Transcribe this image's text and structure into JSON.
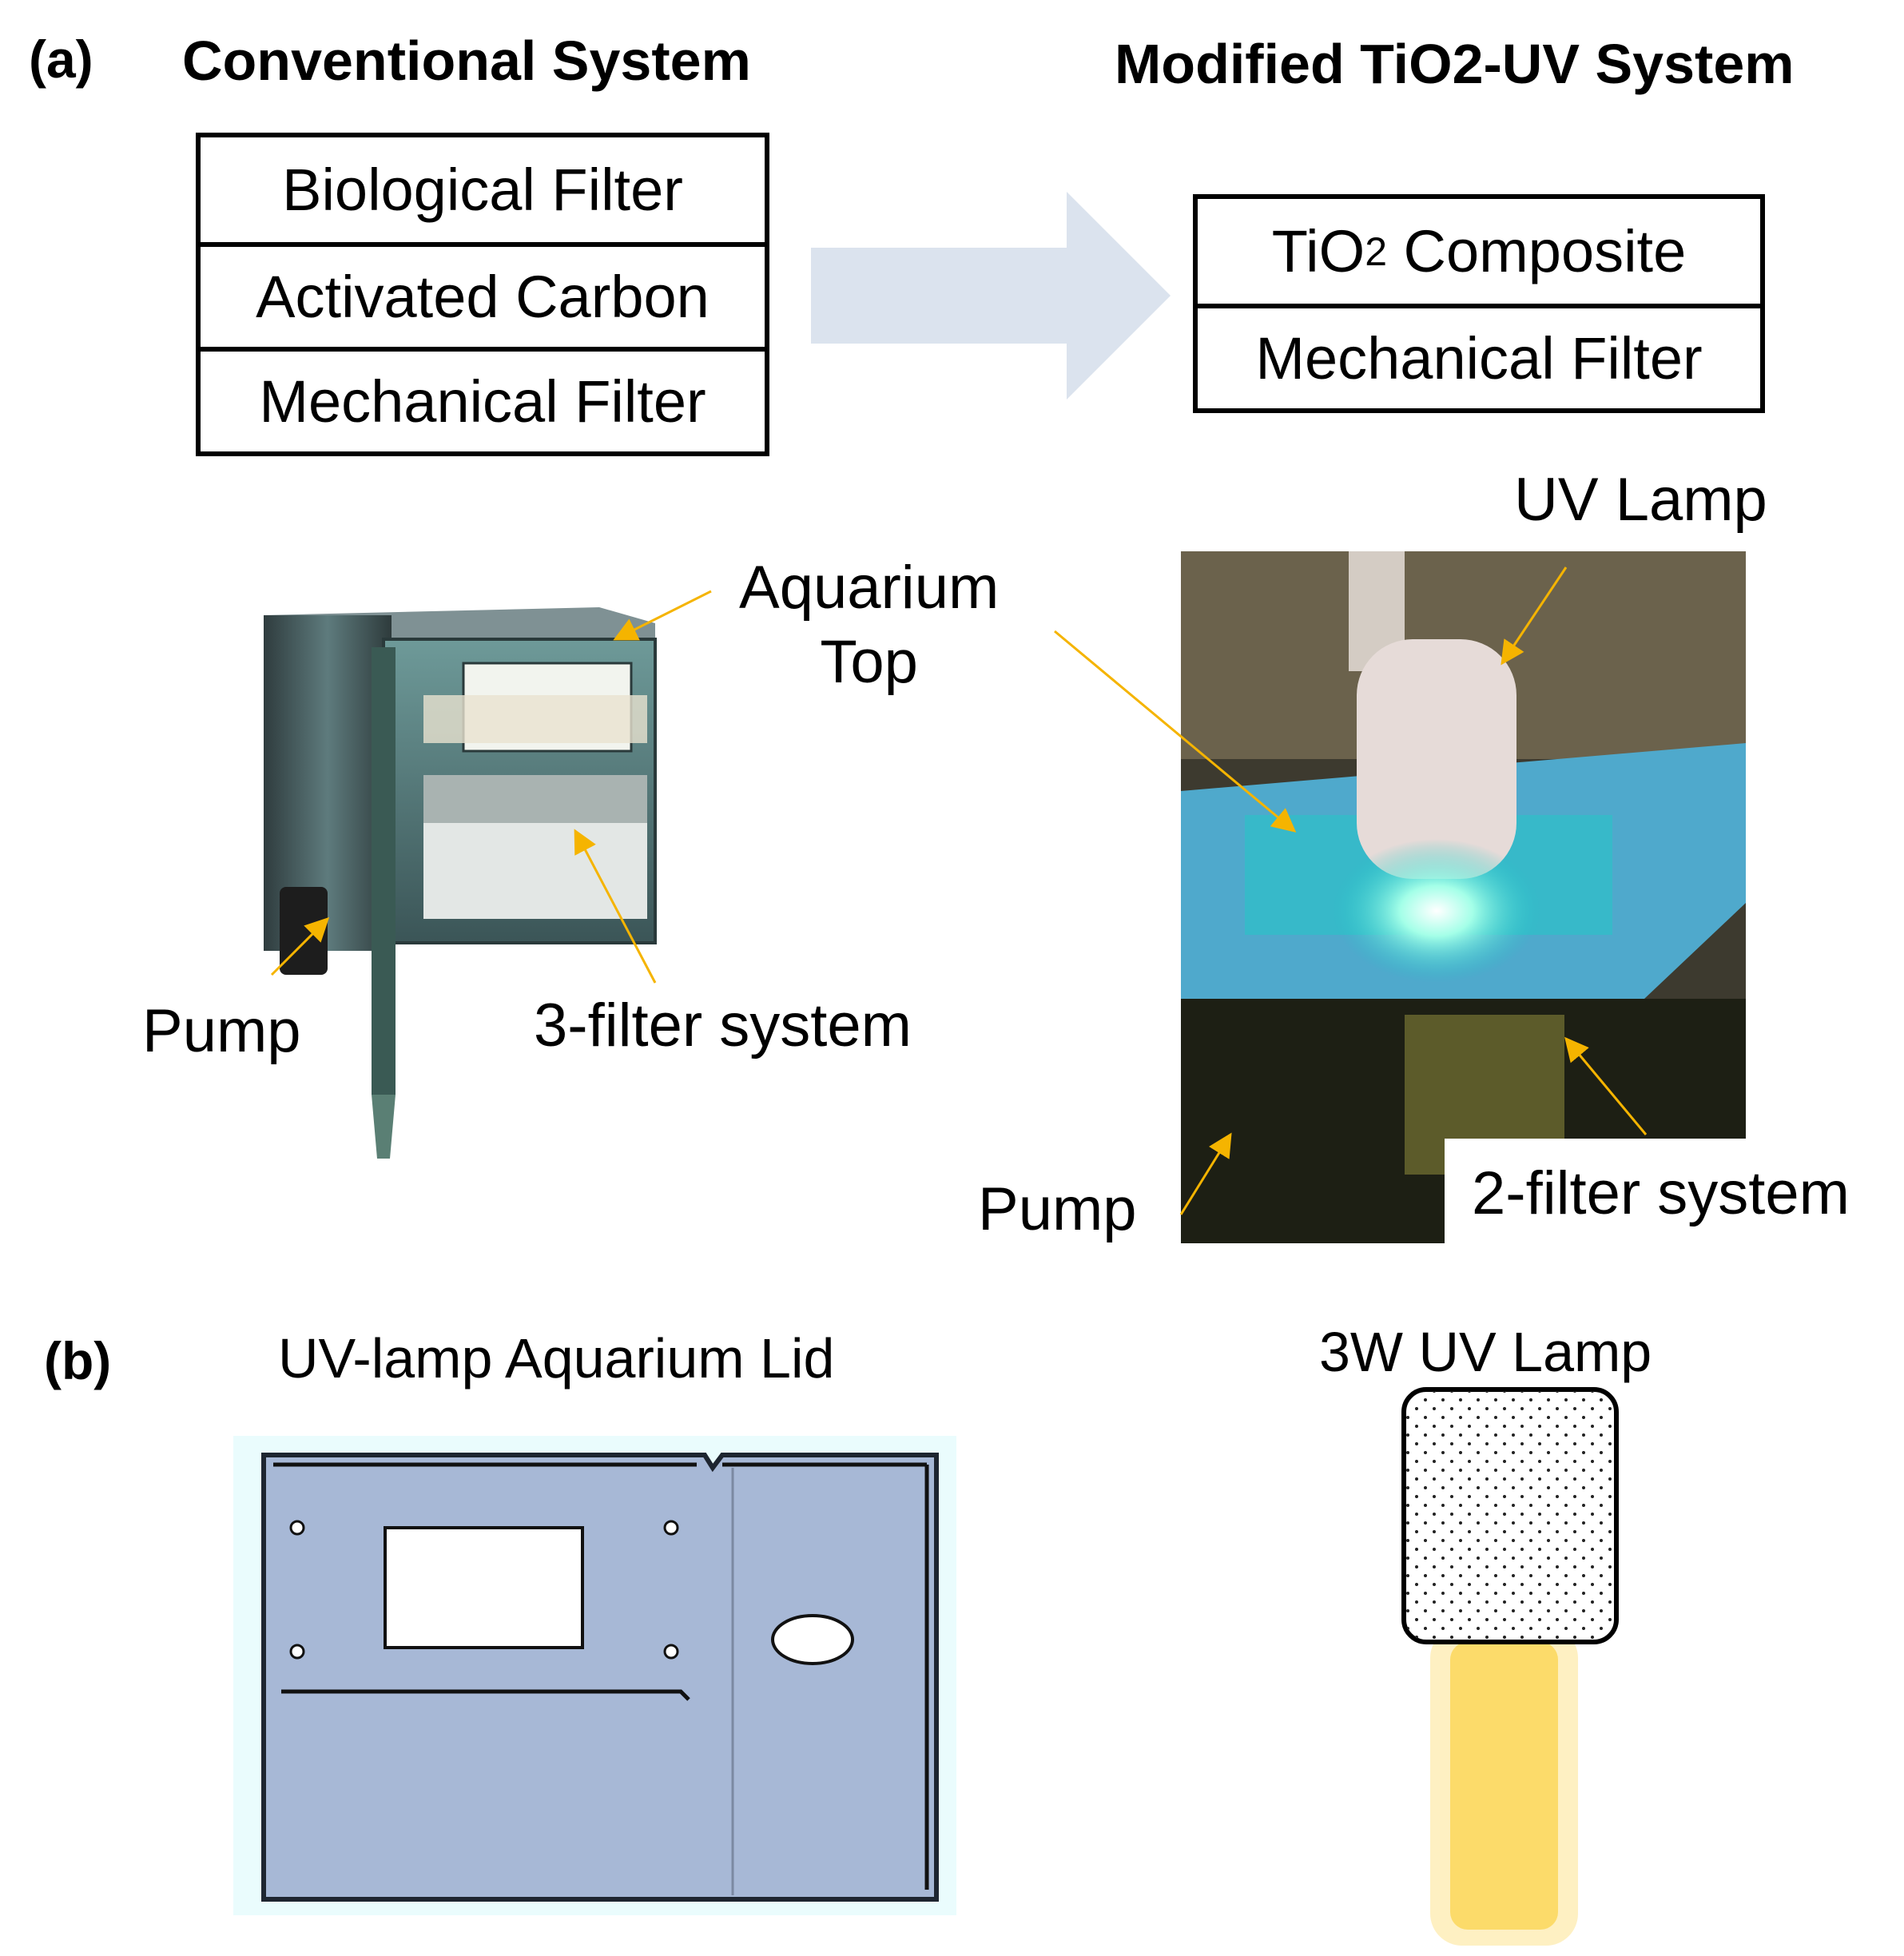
{
  "panel_a": {
    "label": "(a)",
    "conventional": {
      "title": "Conventional System",
      "layers": [
        "Biological Filter",
        "Activated Carbon",
        "Mechanical Filter"
      ]
    },
    "modified": {
      "title": "Modified TiO2-UV System",
      "layers": [
        {
          "main": "TiO",
          "sub": "2",
          "rest": " Composite"
        },
        {
          "main": "Mechanical Filter",
          "sub": "",
          "rest": ""
        }
      ]
    },
    "left_photo_labels": {
      "aquarium_top_line1": "Aquarium",
      "aquarium_top_line2": "Top",
      "pump": "Pump",
      "filter_system": "3-filter system"
    },
    "right_photo_labels": {
      "uv_lamp": "UV Lamp",
      "pump": "Pump",
      "filter_system": "2-filter system"
    }
  },
  "panel_b": {
    "label": "(b)",
    "lid_title": "UV-lamp Aquarium Lid",
    "lamp_title": "3W UV Lamp"
  },
  "colors": {
    "arrow": "#dbe3ee",
    "callout_arrow": "#f5b400",
    "lid_fill": "#a7b8d6",
    "lid_background": "#eafcfd",
    "lamp_base": "#fcdb6a",
    "lamp_glow": "#fef0c2"
  }
}
